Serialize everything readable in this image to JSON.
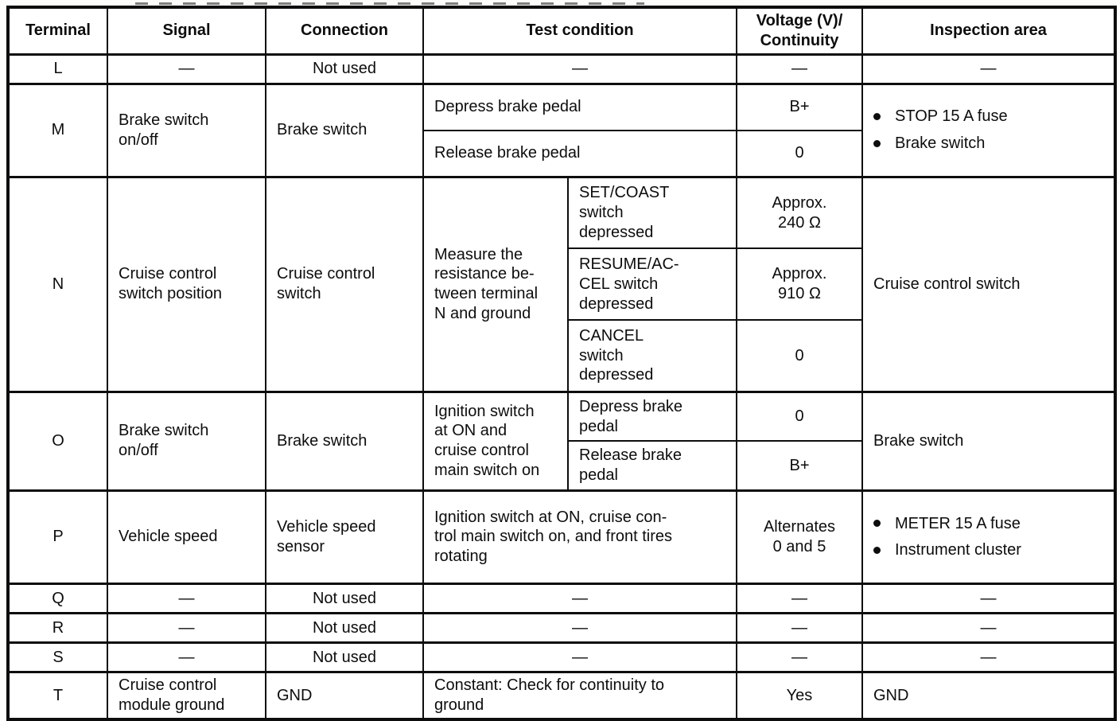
{
  "header": {
    "terminal": "Terminal",
    "signal": "Signal",
    "connection": "Connection",
    "test_condition": "Test condition",
    "voltage": "Voltage (V)/\nContinuity",
    "inspection": "Inspection area"
  },
  "rows": {
    "L": {
      "terminal": "L",
      "signal": "—",
      "connection": "Not used",
      "test_condition": "—",
      "voltage": "—",
      "inspection": "—"
    },
    "M": {
      "terminal": "M",
      "signal": "Brake switch\non/off",
      "connection": "Brake switch",
      "conditions": [
        {
          "label": "Depress brake pedal",
          "voltage": "B+"
        },
        {
          "label": "Release brake pedal",
          "voltage": "0"
        }
      ],
      "inspection_items": [
        "STOP 15 A fuse",
        "Brake switch"
      ]
    },
    "N": {
      "terminal": "N",
      "signal": "Cruise control\nswitch position",
      "connection": "Cruise control\nswitch",
      "test_condition": "Measure the\nresistance be-\ntween terminal\nN and ground",
      "subconditions": [
        {
          "label": "SET/COAST\nswitch\ndepressed",
          "voltage": "Approx.\n240 Ω"
        },
        {
          "label": "RESUME/AC-\nCEL switch\ndepressed",
          "voltage": "Approx.\n910 Ω"
        },
        {
          "label": "CANCEL\nswitch\ndepressed",
          "voltage": "0"
        }
      ],
      "inspection": "Cruise control switch"
    },
    "O": {
      "terminal": "O",
      "signal": "Brake switch\non/off",
      "connection": "Brake switch",
      "test_condition": "Ignition switch\nat ON and\ncruise control\nmain switch on",
      "subconditions": [
        {
          "label": "Depress brake\npedal",
          "voltage": "0"
        },
        {
          "label": "Release brake\npedal",
          "voltage": "B+"
        }
      ],
      "inspection": "Brake switch"
    },
    "P": {
      "terminal": "P",
      "signal": "Vehicle speed",
      "connection": "Vehicle speed\nsensor",
      "test_condition": "Ignition switch at ON, cruise con-\ntrol main switch on, and front tires\nrotating",
      "voltage": "Alternates\n0 and 5",
      "inspection_items": [
        "METER 15 A fuse",
        "Instrument cluster"
      ]
    },
    "Q": {
      "terminal": "Q",
      "signal": "—",
      "connection": "Not used",
      "test_condition": "—",
      "voltage": "—",
      "inspection": "—"
    },
    "R": {
      "terminal": "R",
      "signal": "—",
      "connection": "Not used",
      "test_condition": "—",
      "voltage": "—",
      "inspection": "—"
    },
    "S": {
      "terminal": "S",
      "signal": "—",
      "connection": "Not used",
      "test_condition": "—",
      "voltage": "—",
      "inspection": "—"
    },
    "T": {
      "terminal": "T",
      "signal": "Cruise control\nmodule ground",
      "connection": "GND",
      "test_condition": "Constant: Check for continuity to\nground",
      "voltage": "Yes",
      "inspection": "GND"
    }
  },
  "colors": {
    "ink": "#0d0d0d",
    "paper": "#ffffff"
  }
}
